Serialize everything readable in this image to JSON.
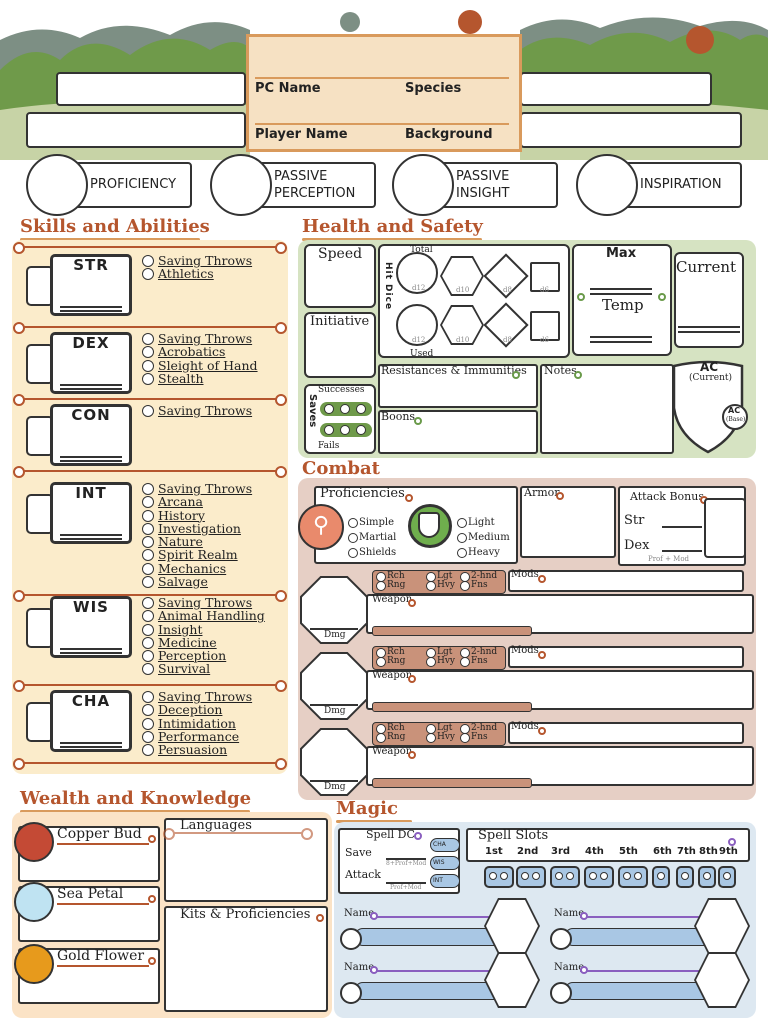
{
  "header": {
    "pc_name": "PC Name",
    "species": "Species",
    "player_name": "Player Name",
    "background": "Background"
  },
  "top_stats": [
    "PROFICIENCY",
    "PASSIVE PERCEPTION",
    "PASSIVE INSIGHT",
    "INSPIRATION"
  ],
  "skills": {
    "title": "Skills and Abilities",
    "abilities": [
      {
        "abbr": "STR",
        "skills": [
          "Saving Throws",
          "Athletics"
        ]
      },
      {
        "abbr": "DEX",
        "skills": [
          "Saving Throws",
          "Acrobatics",
          "Sleight of Hand",
          "Stealth"
        ]
      },
      {
        "abbr": "CON",
        "skills": [
          "Saving Throws"
        ]
      },
      {
        "abbr": "INT",
        "skills": [
          "Saving Throws",
          "Arcana",
          "History",
          "Investigation",
          "Nature",
          "Spirit Realm",
          "Mechanics",
          "Salvage"
        ]
      },
      {
        "abbr": "WIS",
        "skills": [
          "Saving Throws",
          "Animal Handling",
          "Insight",
          "Medicine",
          "Perception",
          "Survival"
        ]
      },
      {
        "abbr": "CHA",
        "skills": [
          "Saving Throws",
          "Deception",
          "Intimidation",
          "Performance",
          "Persuasion"
        ]
      }
    ]
  },
  "health": {
    "title": "Health and Safety",
    "speed": "Speed",
    "initiative": "Initiative",
    "hit_dice": "Hit Dice",
    "total": "Total",
    "used": "Used",
    "dice": [
      "d12",
      "d10",
      "d8",
      "d6"
    ],
    "max": "Max",
    "current": "Current",
    "temp": "Temp",
    "saves": "Saves",
    "successes": "Successes",
    "fails": "Fails",
    "resistances": "Resistances & Immunities",
    "notes": "Notes",
    "boons": "Boons",
    "ac": "AC",
    "ac_current": "(Current)",
    "ac_small": "AC",
    "ac_base": "(Base)"
  },
  "combat": {
    "title": "Combat",
    "proficiencies": "Proficiencies",
    "weapon_profs": [
      "Simple",
      "Martial",
      "Shields"
    ],
    "armor_profs": [
      "Light",
      "Medium",
      "Heavy"
    ],
    "armor": "Armor",
    "attack_bonus": "Attack Bonus",
    "str": "Str",
    "dex": "Dex",
    "attack_formula": "Prof + Mod",
    "weapon_label": "Weapon",
    "mods_label": "Mods",
    "dmg_label": "Dmg",
    "properties": [
      "Rch",
      "Rng",
      "Lgt",
      "Hvy",
      "2-hnd",
      "Fns"
    ]
  },
  "wealth": {
    "title": "Wealth and Knowledge",
    "currencies": [
      "Copper Bud",
      "Sea Petal",
      "Gold Flower"
    ],
    "languages": "Languages",
    "kits": "Kits & Proficiencies"
  },
  "magic": {
    "title": "Magic",
    "spell_dc": "Spell DC",
    "save": "Save",
    "attack": "Attack",
    "save_formula": "8+Prof+Mod",
    "attack_formula": "Prof+Mod",
    "stats": [
      "CHA",
      "WIS",
      "INT"
    ],
    "spell_slots": "Spell Slots",
    "levels": [
      "1st",
      "2nd",
      "3rd",
      "4th",
      "5th",
      "6th",
      "7th",
      "8th",
      "9th"
    ],
    "name_label": "Name"
  },
  "colors": {
    "accent": "#b5562e",
    "skills_bg": "#fbeccb",
    "health_bg": "#d6e3c2",
    "combat_bg": "#e6cfc5",
    "magic_bg": "#dde8f1",
    "wealth_bg": "#fbe3c6"
  }
}
